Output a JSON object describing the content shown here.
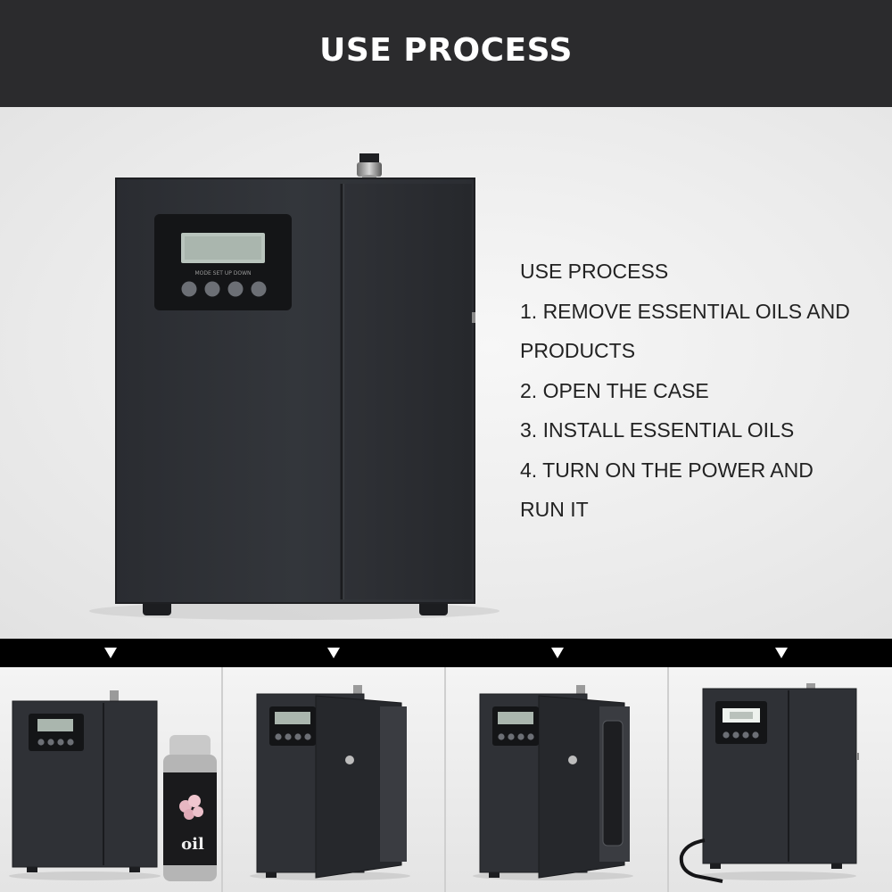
{
  "header": {
    "title": "USE PROCESS"
  },
  "steps": {
    "heading": "USE PROCESS",
    "lines": [
      "1. REMOVE ESSENTIAL OILS AND",
      "PRODUCTS",
      "2. OPEN THE CASE",
      "3. INSTALL ESSENTIAL OILS",
      "4. TURN ON THE POWER AND",
      "RUN IT"
    ]
  },
  "bottle": {
    "label": "oil"
  },
  "colors": {
    "header": "#2b2b2d",
    "device": "#2e3035",
    "arrow_bar": "#000000",
    "lcd": "#b9c4bd",
    "lcd_lit": "#eef2ee"
  }
}
